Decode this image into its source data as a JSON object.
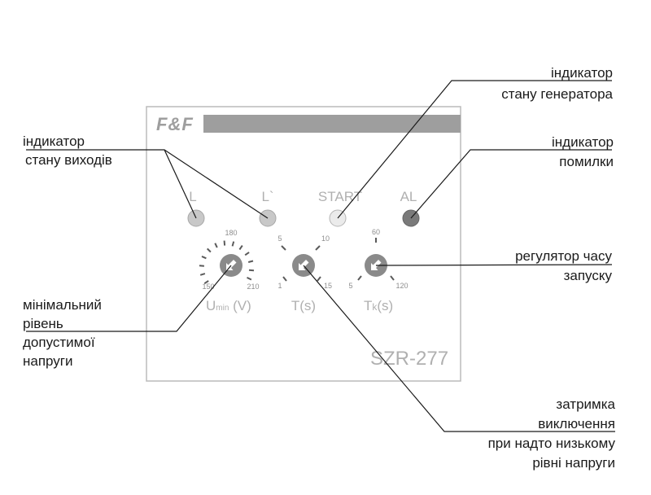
{
  "device": {
    "brand": "F&F",
    "model": "SZR-277",
    "indicators": [
      {
        "label": "L",
        "state": "off",
        "color": "#c8c8c8"
      },
      {
        "label": "L`",
        "state": "off",
        "color": "#c8c8c8"
      },
      {
        "label": "START",
        "state": "off",
        "color": "#ebebeb"
      },
      {
        "label": "AL",
        "state": "on",
        "color": "#7a7a7a"
      }
    ],
    "knobs": [
      {
        "id": "umin",
        "label_main": "U",
        "label_sub": "min",
        "label_unit": " (V)",
        "scale": [
          "150",
          "180",
          "210"
        ]
      },
      {
        "id": "t",
        "label_main": "T(s)",
        "scale": [
          "1",
          "5",
          "10",
          "15"
        ]
      },
      {
        "id": "tk",
        "label_main": "T",
        "label_sub": "k",
        "label_unit": "(s)",
        "scale": [
          "5",
          "60",
          "120"
        ]
      }
    ]
  },
  "annotations": {
    "outputs": {
      "line1": "індикатор",
      "line2": "стану виходів"
    },
    "generator": {
      "line1": "індикатор",
      "line2": "стану генератора"
    },
    "error": {
      "line1": "індикатор",
      "line2": "помилки"
    },
    "start_timer": {
      "line1": "регулятор часу",
      "line2": "запуску"
    },
    "min_voltage": {
      "line1": "мінімальний",
      "line2": "рівень",
      "line3": "допустимої",
      "line4": "напруги"
    },
    "delay": {
      "line1": "затримка",
      "line2": "виключення",
      "line3": "при надто низькому",
      "line4": "рівні напруги"
    }
  },
  "colors": {
    "panel_border": "#bbbbbb",
    "band": "#9e9e9e",
    "knob": "#8a8a8a",
    "leader": "#1a1a1a",
    "device_text": "#b0b0b0"
  }
}
